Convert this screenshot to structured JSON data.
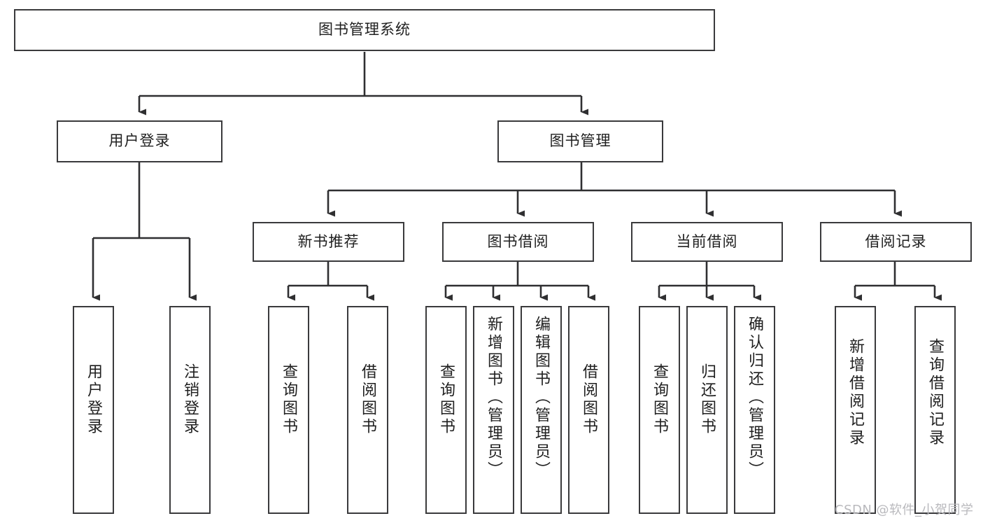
{
  "diagram": {
    "title": "图书管理系统",
    "watermark": "CSDN @软件_小贺同学",
    "colors": {
      "border": "#3a3a3c",
      "background": "#ffffff",
      "text": "#1f1f1f",
      "connector": "#2f2f31",
      "watermark": "#b9b9bd"
    },
    "levels": {
      "root": "图书管理系统",
      "level2": [
        "用户登录",
        "图书管理"
      ],
      "level3": [
        "新书推荐",
        "图书借阅",
        "当前借阅",
        "借阅记录"
      ]
    },
    "nodes": {
      "root": {
        "label": "图书管理系统"
      },
      "user_login": {
        "label": "用户登录"
      },
      "book_manage": {
        "label": "图书管理"
      },
      "new_book_rec": {
        "label": "新书推荐"
      },
      "book_borrow": {
        "label": "图书借阅"
      },
      "current_borrow": {
        "label": "当前借阅"
      },
      "borrow_record": {
        "label": "借阅记录"
      },
      "leaf_user_login": {
        "label": "用户登录"
      },
      "leaf_logout": {
        "label": "注销登录"
      },
      "leaf_query_book_rec": {
        "label": "查询图书"
      },
      "leaf_borrow_book_rec": {
        "label": "借阅图书"
      },
      "leaf_query_book_borrow": {
        "label": "查询图书"
      },
      "leaf_add_book": {
        "label": "新增图书（管理员）"
      },
      "leaf_edit_book": {
        "label": "编辑图书（管理员）"
      },
      "leaf_borrow_book": {
        "label": "借阅图书"
      },
      "leaf_query_book_cur": {
        "label": "查询图书"
      },
      "leaf_return_book": {
        "label": "归还图书"
      },
      "leaf_confirm_return": {
        "label": "确认归还（管理员）"
      },
      "leaf_add_record": {
        "label": "新增借阅记录"
      },
      "leaf_query_record": {
        "label": "查询借阅记录"
      }
    }
  }
}
